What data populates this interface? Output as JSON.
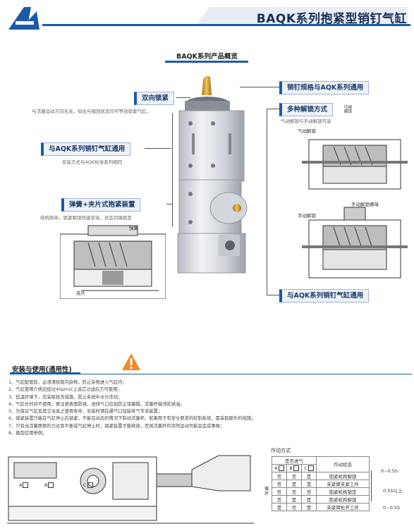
{
  "header": {
    "logo": "A-logo-icon",
    "title": "BAQK系列抱紧型销钉气缸",
    "accent": "#1a5aa8"
  },
  "overview": {
    "title": "BAQK系列产品概览",
    "callouts": [
      {
        "label": "双向锁紧",
        "note": "与活塞运动方向无关，抑出与缩回状态均可等效锁紧气缸。"
      },
      {
        "label": "与AQK系列销钉气缸通用",
        "note": "安装方式与AQK标准系列相同"
      },
      {
        "label": "弹簧+夹片式抱紧装置",
        "note": "结构简单，锁紧解锁快速有效，状态切换稳定"
      },
      {
        "label": "销钉规格与AQK系列通用",
        "note": ""
      },
      {
        "label": "多种解锁方式",
        "note": "气动解锁与手动解锁可选"
      },
      {
        "label": "与AQK系列销钉气缸通用",
        "note": ""
      }
    ],
    "diagram_labels": {
      "spring": "弹簧",
      "clip": "夹片",
      "pneumatic_unlock": "气动解锁",
      "manual_unlock": "手动解锁",
      "manual_nut": "手动解锁螺母",
      "unlock_tag": "压缩解锁"
    }
  },
  "usage": {
    "title": "安装与使用(通用性)",
    "notes": [
      "1、气缸配管前，必须清除管内杂物，防止杂物进入气缸内；",
      "2、气缸使用介质应经过40μm以上滤芯过滤后方可使用；",
      "3、低温环境下，应采取抗冻措施，防止系统中水分冻结；",
      "4、气缸长时间不使用，要注意表面防锈，进排气口应加防尘堵塞帽，活塞杆端须防锈油；",
      "5、为保证气缸及其它治具之使用寿命，安装时请在通气口加装排气节流装置；",
      "6、锁紧装置只能在气缸停止后锁紧，不能在动态的情况下制动活塞杆。如果用于有安全要求的控制系统，需采取额外的措施；",
      "7、只有当活塞两侧的力达到平衡或气缸停止时，锁紧装置才能释放，否则活塞杆的突然运动可能会造成事故；",
      "8、典型应用举例。"
    ],
    "ports": [
      "A",
      "B",
      "C"
    ]
  },
  "action_table": {
    "title": "作动方式",
    "header_group": "是否进气",
    "columns": [
      "A",
      "B",
      "C"
    ],
    "status_header": "作动状态",
    "cycle_label": "循环",
    "rows": [
      {
        "a": "否",
        "b": "否",
        "c": "是",
        "status": "抱紧机构解锁"
      },
      {
        "a": "否",
        "b": "是",
        "c": "是",
        "status": "夹紧臂夹紧工件"
      },
      {
        "a": "否",
        "b": "否",
        "c": "否",
        "status": "抱紧机构锁定"
      },
      {
        "a": "否",
        "b": "是",
        "c": "是",
        "status": "抱紧机构解锁"
      },
      {
        "a": "是",
        "b": "否",
        "c": "是",
        "status": "夹紧臂松开工件"
      }
    ],
    "times": [
      "0~0.5S",
      "0.5S以上",
      "0~0.5S"
    ]
  }
}
